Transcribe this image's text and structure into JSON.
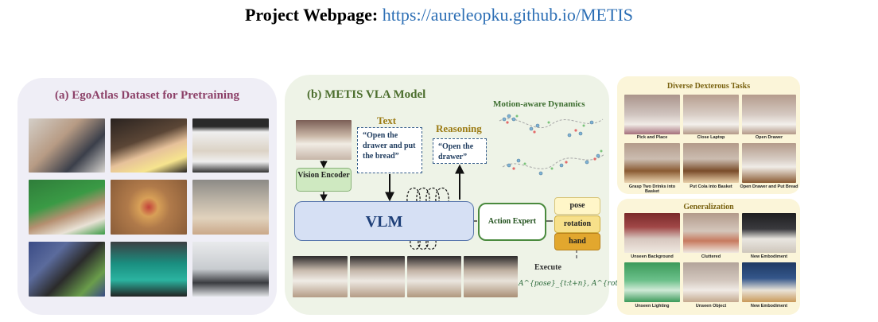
{
  "header": {
    "label": "Project Webpage:",
    "url": "https://aureleopku.github.io/METIS"
  },
  "panel_a": {
    "title": "(a) EgoAtlas Dataset for Pretraining"
  },
  "panel_b": {
    "title": "(b) METIS VLA Model",
    "text_label": "Text",
    "text_content": "“Open the drawer and put the bread”",
    "reasoning_label": "Reasoning",
    "reasoning_content": "“Open the drawer”",
    "motion_label": "Motion-aware Dynamics",
    "vision_encoder": "Vision Encoder",
    "vlm": "VLM",
    "action_expert": "Action Expert",
    "chips": [
      "pose",
      "rotation",
      "hand"
    ],
    "execute": "Execute",
    "formula": "A^{pose}_{t:t+n}, A^{rotation}_{t:t+n}, ..., A^{hand}_{t:t+n}"
  },
  "panel_c1": {
    "title": "Diverse Dexterous Tasks",
    "captions": [
      "Pick and Place",
      "Close Laptop",
      "Open Drawer",
      "Grasp Two Drinks into Basket",
      "Put Cola into Basket",
      "Open Drawer and Put Bread"
    ]
  },
  "panel_c2": {
    "title": "Generalization",
    "captions": [
      "Unseen Background",
      "Cluttered",
      "New Embodiment",
      "Unseen Lighting",
      "Unseen Object",
      "New Embodiment"
    ]
  },
  "colors": {
    "panel_a_bg": "#efeef6",
    "panel_b_bg": "#eef3e7",
    "panel_c_bg": "#fbf5d9",
    "link": "#2d6fb5",
    "vlm": "#d6e0f4",
    "chip_pose": "#fff6c8",
    "chip_rotation": "#f7e08a",
    "chip_hand": "#e2a72e"
  }
}
